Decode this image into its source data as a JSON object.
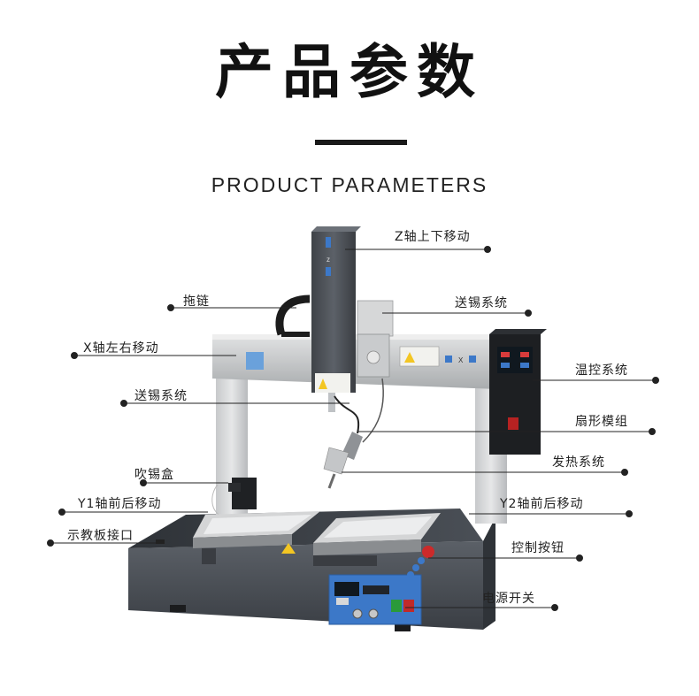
{
  "header": {
    "title": "产品参数",
    "subtitle": "PRODUCT PARAMETERS"
  },
  "machine": {
    "z_axis_panel_mark": "z",
    "x_axis_panel_mark": "X"
  },
  "callouts": {
    "z_axis": "Z轴上下移动",
    "drag_chain": "拖链",
    "tin_feed_top": "送锡系统",
    "x_axis": "X轴左右移动",
    "temp_control": "温控系统",
    "tin_feed_mid": "送锡系统",
    "fan_module": "扇形模组",
    "heating": "发热系统",
    "tin_blow_box": "吹锡盒",
    "y1_axis": "Y1轴前后移动",
    "y2_axis": "Y2轴前后移动",
    "teach_port": "示教板接口",
    "control_buttons": "控制按钮",
    "power_switch": "电源开关"
  },
  "colors": {
    "frame_gray": "#6a6e73",
    "base_dark": "#4b5057",
    "rail_silver": "#c9cbcc",
    "panel_blue": "#3c78c8",
    "column_light": "#d9dadb",
    "controller_black": "#1d1f22",
    "accent_red": "#cc2a2a",
    "leader_line": "#222222"
  }
}
